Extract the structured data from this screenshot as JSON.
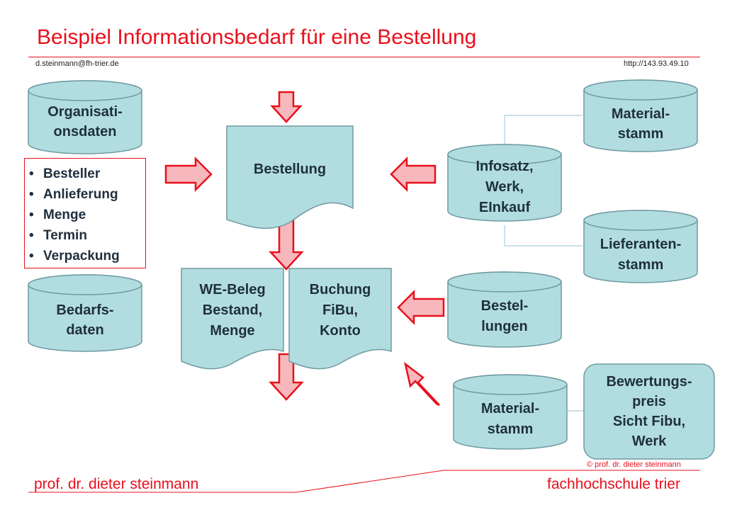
{
  "title": "Beispiel Informationsbedarf für eine Bestellung",
  "header": {
    "email": "d.steinmann@fh-trier.de",
    "url": "http://143.93.49.10"
  },
  "colors": {
    "accent": "#e8101c",
    "box_fill": "#b2dde0",
    "box_stroke": "#6f9aa1",
    "arrow_fill": "#f7b8bd",
    "text": "#1f2f3e"
  },
  "nodes": {
    "organisationsdaten": {
      "line1": "Organisati-",
      "line2": "onsdaten"
    },
    "bedarfsdaten": {
      "line1": "Bedarfs-",
      "line2": "daten"
    },
    "bestellung": {
      "line1": "Bestellung"
    },
    "we_beleg": {
      "line1": "WE-Beleg",
      "line2": "Bestand,",
      "line3": "Menge"
    },
    "buchung": {
      "line1": "Buchung",
      "line2": "FiBu,",
      "line3": "Konto"
    },
    "materialstamm_top": {
      "line1": "Material-",
      "line2": "stamm"
    },
    "infosatz": {
      "line1": "Infosatz,",
      "line2": "Werk,",
      "line3": "EInkauf"
    },
    "lieferantenstamm": {
      "line1": "Lieferanten-",
      "line2": "stamm"
    },
    "bestellungen": {
      "line1": "Bestel-",
      "line2": "lungen"
    },
    "materialstamm_bottom": {
      "line1": "Material-",
      "line2": "stamm"
    },
    "bewertungspreis": {
      "line1": "Bewertungs-",
      "line2": "preis",
      "line3": "Sicht Fibu,",
      "line4": "Werk"
    }
  },
  "bullet_items": [
    "Besteller",
    "Anlieferung",
    "Menge",
    "Termin",
    "Verpackung"
  ],
  "footer": {
    "left": "prof. dr. dieter steinmann",
    "right": "fachhochschule trier",
    "copyright": "© prof. dr. dieter steinmann"
  }
}
